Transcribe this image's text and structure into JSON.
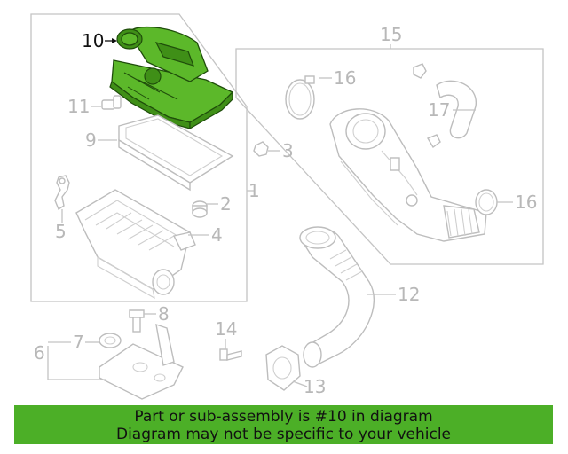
{
  "callouts": {
    "c1": "1",
    "c2": "2",
    "c3": "3",
    "c4": "4",
    "c5": "5",
    "c6": "6",
    "c7": "7",
    "c8": "8",
    "c9": "9",
    "c10": "10",
    "c11": "11",
    "c12": "12",
    "c13": "13",
    "c14": "14",
    "c15": "15",
    "c16a": "16",
    "c16b": "16",
    "c17": "17"
  },
  "highlighted_part": "10",
  "colors": {
    "highlight": "#5cb82a",
    "banner": "#4caf27"
  },
  "banner": {
    "line1": "Part or sub-assembly is #10 in diagram",
    "line2": "Diagram may not be specific to your vehicle"
  }
}
